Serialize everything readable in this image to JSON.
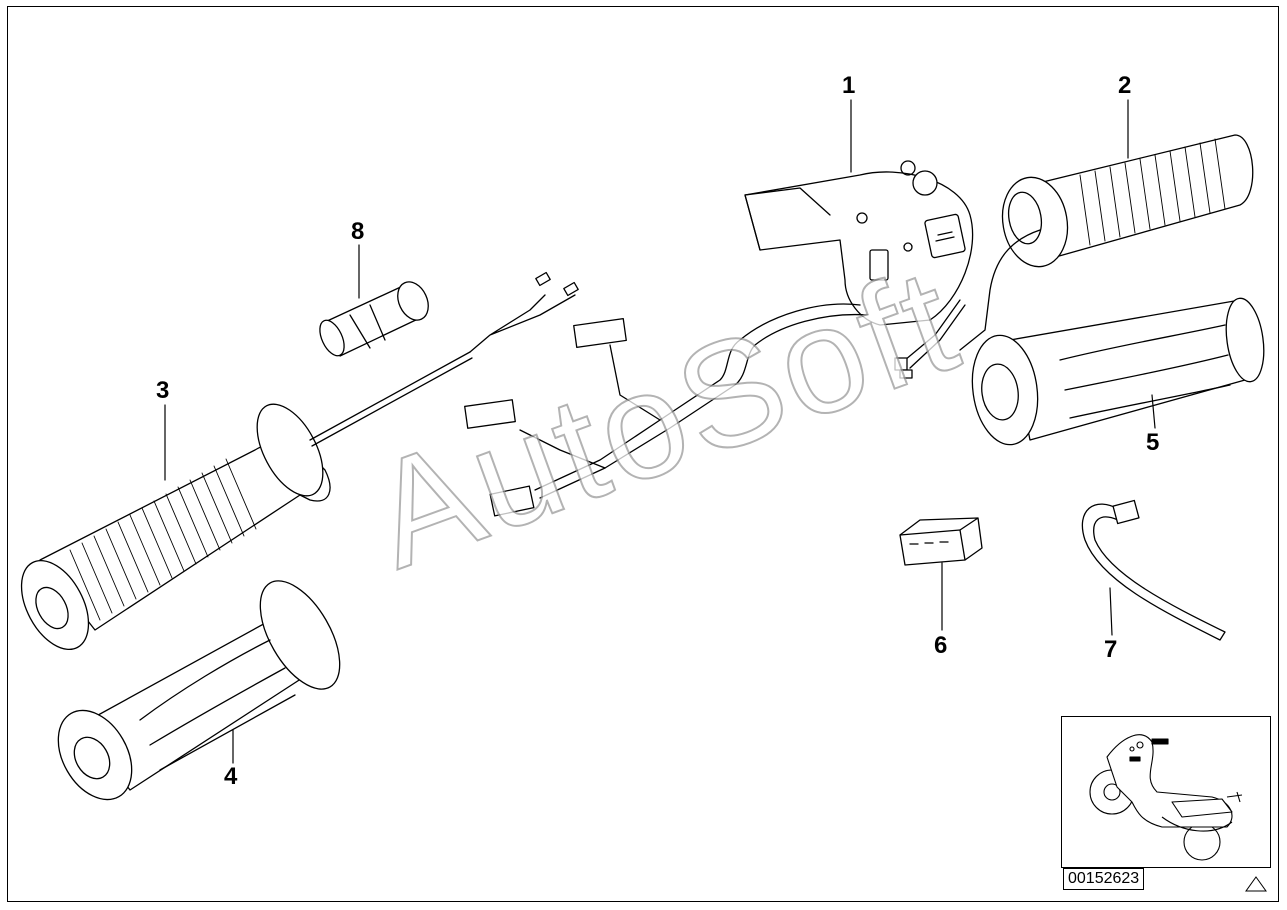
{
  "callouts": [
    {
      "id": "c1",
      "label": "1"
    },
    {
      "id": "c2",
      "label": "2"
    },
    {
      "id": "c3",
      "label": "3"
    },
    {
      "id": "c4",
      "label": "4"
    },
    {
      "id": "c5",
      "label": "5"
    },
    {
      "id": "c6",
      "label": "6"
    },
    {
      "id": "c7",
      "label": "7"
    },
    {
      "id": "c8",
      "label": "8"
    }
  ],
  "drawing_number": "00152623",
  "watermark": "AutoSoft",
  "colors": {
    "line": "#000000",
    "watermark_outline": "#9a9a9a",
    "background": "#ffffff"
  }
}
